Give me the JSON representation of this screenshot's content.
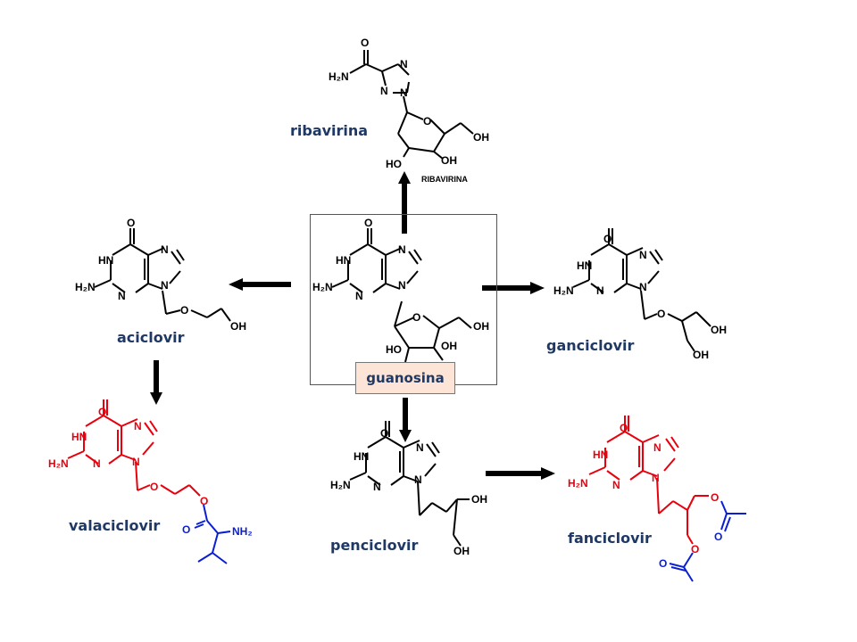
{
  "compounds": {
    "ribavirina": "ribavirina",
    "ribavirina_caption": "RIBAVIRINA",
    "guanosina": "guanosina",
    "aciclovir": "aciclovir",
    "ganciclovir": "ganciclovir",
    "valaciclovir": "valaciclovir",
    "penciclovir": "penciclovir",
    "fanciclovir": "fanciclovir"
  },
  "atoms": {
    "O": "O",
    "N": "N",
    "HN": "HN",
    "H2N": "H₂N",
    "NH2": "NH₂",
    "OH": "OH",
    "HO": "HO"
  },
  "colors": {
    "label": "#1f3864",
    "purine_highlight": "#e8000d",
    "ester_highlight": "#0a1fd1",
    "bond": "#000000",
    "guanosina_fill": "#fce4d6"
  }
}
